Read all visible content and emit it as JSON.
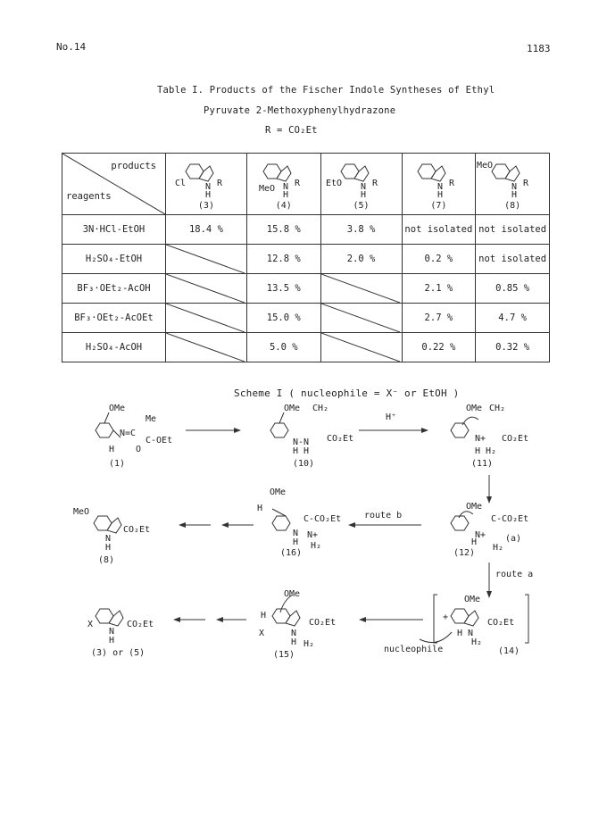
{
  "page": {
    "journal_no": "No.14",
    "page_number": "1183"
  },
  "table": {
    "title_line1": "Table I.  Products of the Fischer Indole Syntheses of Ethyl",
    "title_line2": "Pyruvate 2-Methoxyphenylhydrazone",
    "r_def": "R = CO₂Et",
    "corner_top": "products",
    "corner_bottom": "reagents",
    "product_labels": [
      "(3)",
      "(4)",
      "(5)",
      "(7)",
      "(8)"
    ],
    "struct_text": {
      "p3_sub": "Cl",
      "p4_sub": "MeO",
      "p5_sub": "EtO",
      "p8_sub": "MeO",
      "n": "N",
      "r": "R",
      "h": "H"
    },
    "rows": [
      {
        "reagent": "3N·HCl-EtOH",
        "cells": [
          "18.4 %",
          "15.8 %",
          "3.8 %",
          "not isolated",
          "not isolated"
        ]
      },
      {
        "reagent": "H₂SO₄-EtOH",
        "cells": [
          "",
          "12.8 %",
          "2.0 %",
          "0.2 %",
          "not isolated"
        ]
      },
      {
        "reagent": "BF₃·OEt₂-AcOH",
        "cells": [
          "",
          "13.5 %",
          "",
          "2.1 %",
          "0.85 %"
        ]
      },
      {
        "reagent": "BF₃·OEt₂-AcOEt",
        "cells": [
          "",
          "15.0 %",
          "",
          "2.7 %",
          "4.7 %"
        ]
      },
      {
        "reagent": "H₂SO₄-AcOH",
        "cells": [
          "",
          "5.0 %",
          "",
          "0.22 %",
          "0.32 %"
        ]
      }
    ]
  },
  "scheme": {
    "title": "Scheme I  ( nucleophile = X⁻ or EtOH )",
    "labels": {
      "c1": "(1)",
      "c10": "(10)",
      "c11": "(11)",
      "c12": "(12)",
      "c16": "(16)",
      "c8": "(8)",
      "c14": "(14)",
      "c15": "(15)",
      "c3or5": "(3) or (5)"
    },
    "text": {
      "ome": "OMe",
      "me": "Me",
      "ch2": "CH₂",
      "hplus": "H⁺",
      "co2et": "CO₂Et",
      "c_oet": "C-OEt",
      "nc": "N=C",
      "n_n": "N-N",
      "h_h": "H H",
      "h_h2": "H H₂",
      "h": "H",
      "o": "O",
      "n": "N",
      "nplus": "N+",
      "h2": "H₂",
      "x": "X",
      "c_co2et": "C-CO₂Et",
      "route_a": "route a",
      "route_b": "route b",
      "a": "(a)",
      "nucleophile": "nucleophile",
      "meo": "MeO",
      "plus": "+"
    }
  }
}
